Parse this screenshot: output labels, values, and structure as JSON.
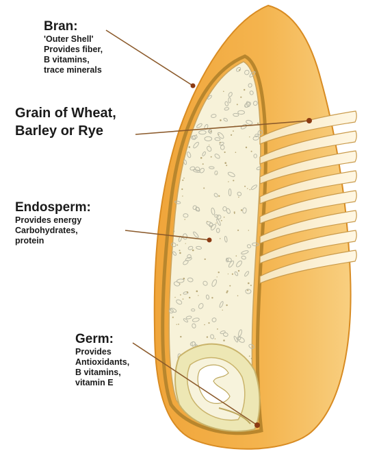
{
  "bran": {
    "title": "Bran:",
    "lines": [
      "'Outer Shell'",
      "Provides fiber,",
      "B vitamins,",
      "trace minerals"
    ]
  },
  "grain": {
    "lines": [
      "Grain of Wheat,",
      "Barley or Rye"
    ]
  },
  "endosperm": {
    "title": "Endosperm:",
    "lines": [
      "Provides energy",
      "Carbohydrates,",
      "protein"
    ]
  },
  "germ": {
    "title": "Germ:",
    "lines": [
      "Provides",
      "Antioxidants,",
      "B vitamins,",
      "vitamin E"
    ]
  },
  "colors": {
    "kernel": "#f2ae45",
    "kernel_light": "#f7c870",
    "bran_layer": "#b8862d",
    "endosperm": "#f7f2d9",
    "germ": "#ede7b4",
    "leader_line": "#8b5a2b"
  }
}
